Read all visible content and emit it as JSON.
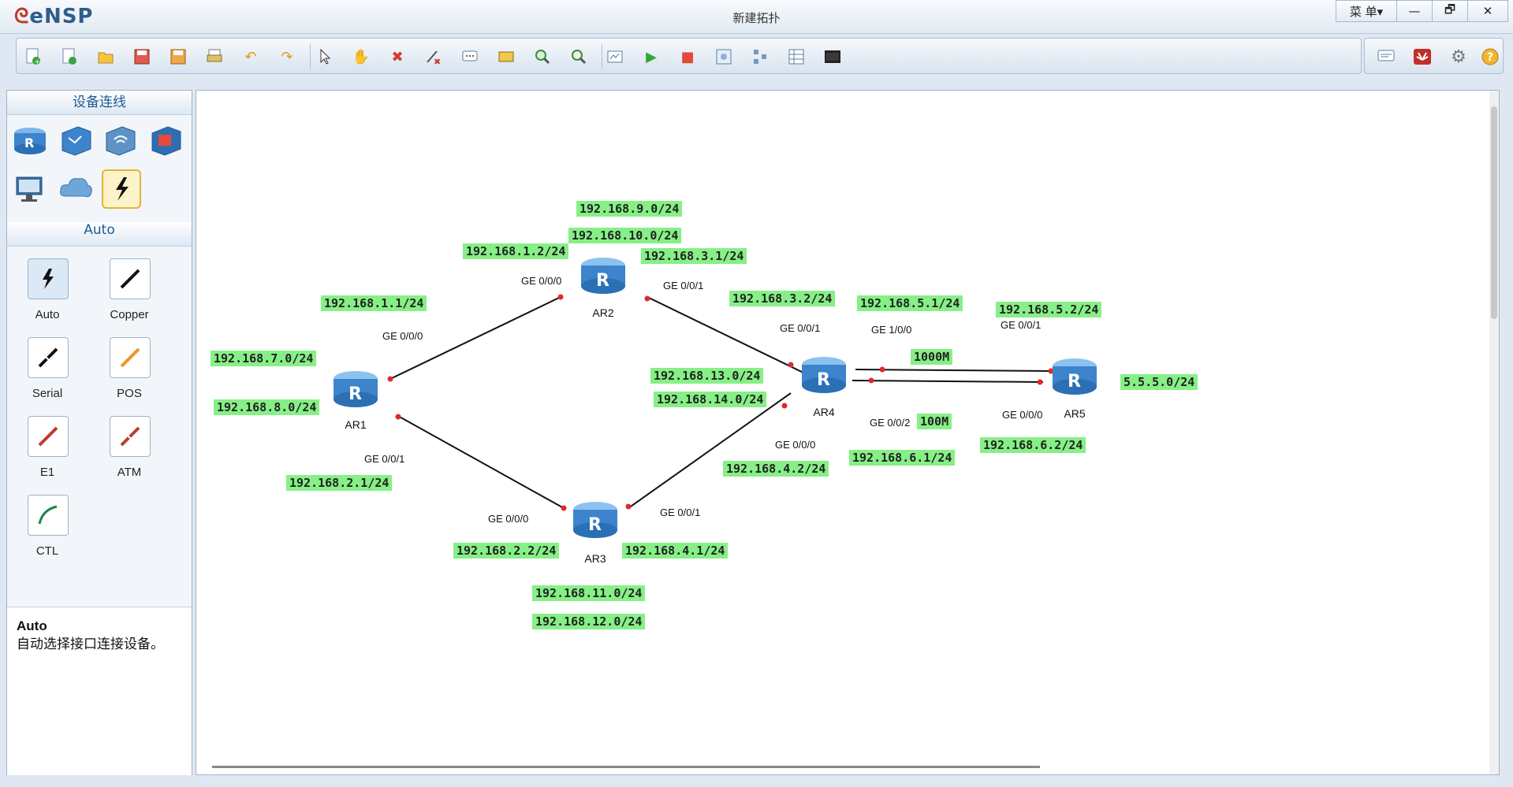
{
  "app": {
    "logo": "eNSP",
    "title": "新建拓扑"
  },
  "window_controls": {
    "menu_label": "菜 单▾",
    "minimize": "—",
    "restore": "🗗",
    "close": "✕"
  },
  "toolbar": {
    "icons": [
      "new-topology-icon",
      "new-lab-icon",
      "open-icon",
      "save-icon",
      "save-as-icon",
      "print-icon",
      "undo-icon",
      "redo-icon",
      "select-icon",
      "pan-hand-icon",
      "delete-icon",
      "delete-link-icon",
      "text-icon",
      "rectangle-icon",
      "zoom-in-icon",
      "zoom-out-icon",
      "fit-icon",
      "start-icon",
      "stop-icon",
      "capture-icon",
      "topology-icon",
      "grid-icon",
      "cli-icon"
    ],
    "right_icons": [
      "chat-icon",
      "huawei-logo-icon",
      "settings-icon",
      "help-icon"
    ]
  },
  "left_panel": {
    "devices_header": "设备连线",
    "devices": [
      "router-icon",
      "switch-icon",
      "wlan-icon",
      "firewall-icon",
      "pc-icon",
      "cloud-icon",
      "link-icon"
    ],
    "links_header": "Auto",
    "links": [
      {
        "label": "Auto",
        "icon": "auto-link-icon",
        "color": "#1a5fb4"
      },
      {
        "label": "Copper",
        "icon": "copper-link-icon",
        "color": "#111111"
      },
      {
        "label": "Serial",
        "icon": "serial-link-icon",
        "color": "#111111"
      },
      {
        "label": "POS",
        "icon": "pos-link-icon",
        "color": "#f0932b"
      },
      {
        "label": "E1",
        "icon": "e1-link-icon",
        "color": "#c0392b"
      },
      {
        "label": "ATM",
        "icon": "atm-link-icon",
        "color": "#b5402b"
      },
      {
        "label": "CTL",
        "icon": "ctl-link-icon",
        "color": "#1e8449"
      }
    ],
    "description_title": "Auto",
    "description_text": "自动选择接口连接设备。"
  },
  "topology": {
    "routers": [
      "AR1",
      "AR2",
      "AR3",
      "AR4",
      "AR5"
    ],
    "ip_labels": [
      "192.168.9.0/24",
      "192.168.10.0/24",
      "192.168.1.2/24",
      "192.168.3.1/24",
      "192.168.1.1/24",
      "192.168.3.2/24",
      "192.168.5.1/24",
      "192.168.5.2/24",
      "192.168.7.0/24",
      "192.168.8.0/24",
      "192.168.13.0/24",
      "192.168.14.0/24",
      "192.168.2.1/24",
      "192.168.4.2/24",
      "192.168.6.1/24",
      "192.168.6.2/24",
      "192.168.2.2/24",
      "192.168.4.1/24",
      "192.168.11.0/24",
      "192.168.12.0/24",
      "5.5.5.0/24"
    ],
    "bandwidth_labels": [
      "1000M",
      "100M"
    ],
    "ports": [
      "GE 0/0/0",
      "GE 0/0/1",
      "GE 0/0/0",
      "GE 0/0/1",
      "GE 0/0/0",
      "GE 0/0/1",
      "GE 0/0/1",
      "GE 1/0/0",
      "GE 0/0/2",
      "GE 0/0/0",
      "GE 0/0/1",
      "GE 0/0/0"
    ]
  }
}
